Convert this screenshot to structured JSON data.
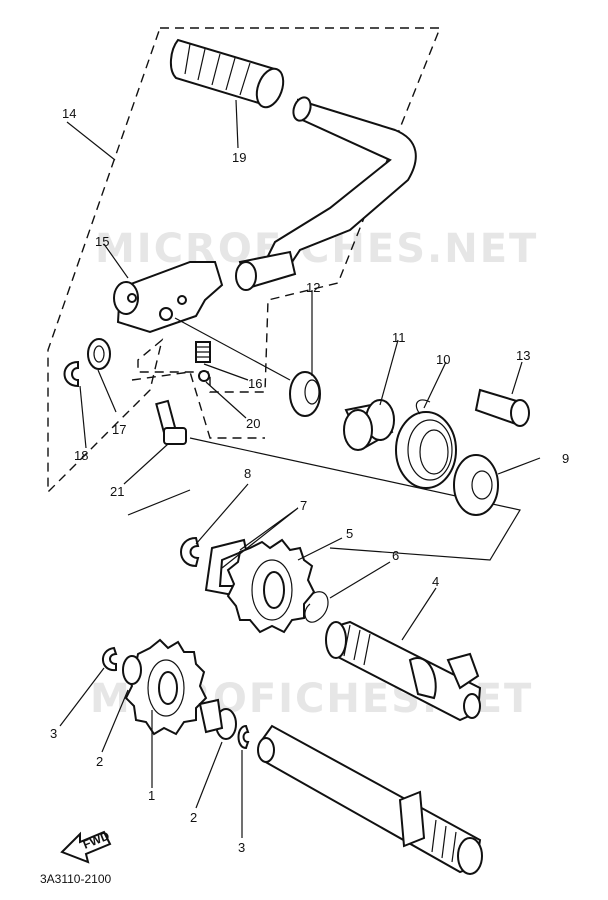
{
  "watermark": "MICROFICHES.NET",
  "callouts": {
    "c1": "1",
    "c2a": "2",
    "c2b": "2",
    "c3a": "3",
    "c3b": "3",
    "c4": "4",
    "c5": "5",
    "c6": "6",
    "c7": "7",
    "c8": "8",
    "c9": "9",
    "c10": "10",
    "c11": "11",
    "c12": "12",
    "c13": "13",
    "c14": "14",
    "c15": "15",
    "c16": "16",
    "c17": "17",
    "c18": "18",
    "c19": "19",
    "c20": "20",
    "c21": "21"
  },
  "diagram_code": "3A3110-2100",
  "direction_label": "FWD"
}
